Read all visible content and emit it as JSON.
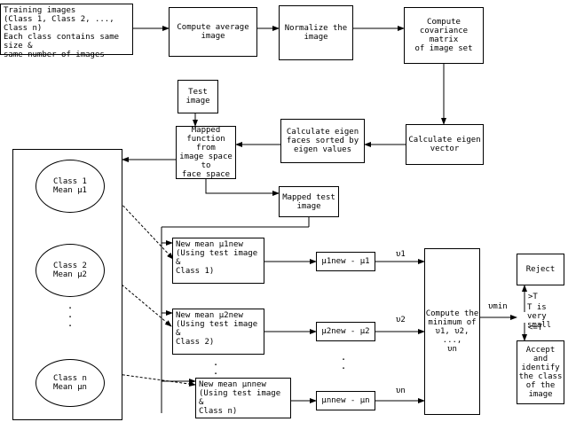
{
  "boxes": {
    "training": "Training images\n(Class 1, Class 2, ..., Class n)\nEach class contains same size &\nsame number of images",
    "compute_average": "Compute average\nimage",
    "normalize": "Normalize the\nimage",
    "covariance": "Compute\ncovariance matrix\nof image set",
    "eigen_vector": "Calculate eigen\nvector",
    "eigen_faces": "Calculate eigen\nfaces sorted by\neigen values",
    "mapped_function": "Mapped\nfunction from\nimage space to\nface space",
    "test_image": "Test\nimage",
    "mapped_test": "Mapped test\nimage",
    "new_mean_1": "New mean  μ1new\n(Using test image &\n  Class 1)",
    "new_mean_2": "New mean  μ2new\n(Using test image &\n  Class 2)",
    "new_mean_n": "New mean  μnnew\n(Using test image &\n  Class n)",
    "diff_1": "μ1new - μ1",
    "diff_2": "μ2new - μ2",
    "diff_n": "μnnew - μn",
    "compute_min": "Compute the\nminimum of\nυ1, υ2, ...,\nυn",
    "reject": "Reject",
    "accept": "Accept and\nidentify\nthe class\nof the\nimage"
  },
  "classes": [
    "Class 1\nMean  μ1",
    "Class 2\nMean  μ2",
    "Class n\nMean  μn"
  ],
  "labels": {
    "v1": "υ1",
    "v2": "υ2",
    "vn": "υn",
    "vmin": "υmin",
    "gt_t": ">T",
    "t_small": "T is very\nsmall",
    "le_t": "<=T"
  },
  "ellipsis": {
    "vertical": ".\n.\n.",
    "short": ".\n."
  }
}
